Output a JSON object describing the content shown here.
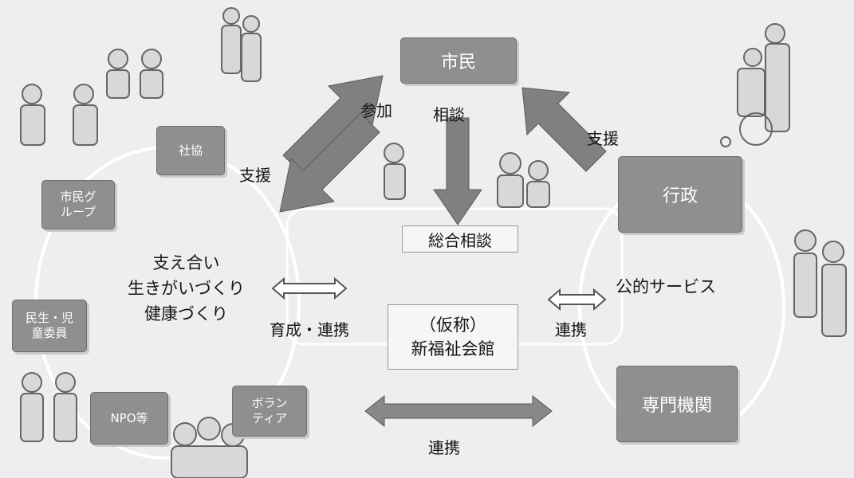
{
  "colors": {
    "box": "#8f8f8f",
    "arrow": "#808080",
    "ring": "#ffffff",
    "background": "#eeeeee"
  },
  "nodes": {
    "citizen": "市民",
    "gov": "行政",
    "expert": "専門機関",
    "shakyo": "社協",
    "citizen_group": "市民グ\nループ",
    "minsei": "民生・児\n童委員",
    "npo": "NPO等",
    "volunteer": "ボラン\nティア"
  },
  "labels": {
    "sanka": "参加",
    "soudan": "相談",
    "shien_left": "支援",
    "shien_right": "支援",
    "sougou": "総合相談",
    "kaikan": "（仮称）\n新福祉会館",
    "support_text": "支え合い\n生きがいづくり\n健康づくり",
    "ikusei": "育成・連携",
    "renkei_right": "連携",
    "renkei_bottom": "連携",
    "public": "公的サービス"
  },
  "icons": [
    "people-illustration",
    "wheelchair-illustration"
  ]
}
